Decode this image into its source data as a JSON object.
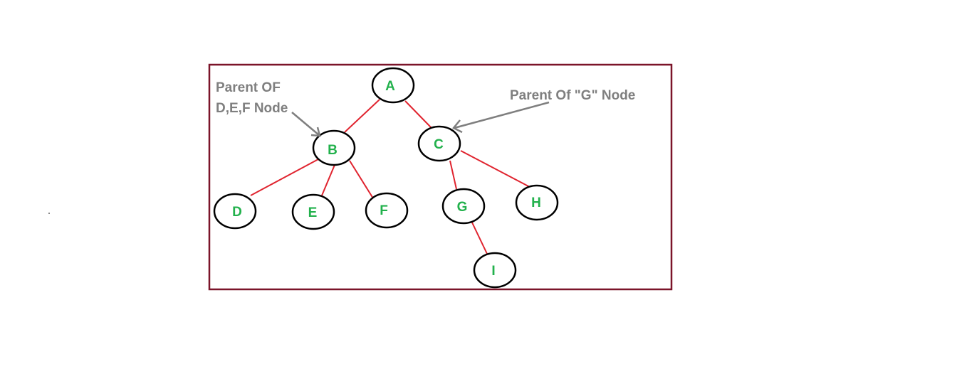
{
  "colors": {
    "frame": "#7b1429",
    "edge": "#e0242f",
    "node_stroke": "#000000",
    "node_text": "#22b14c",
    "annotation": "#7f7f7f"
  },
  "tree": {
    "nodes": [
      {
        "id": "A",
        "label": "A"
      },
      {
        "id": "B",
        "label": "B"
      },
      {
        "id": "C",
        "label": "C"
      },
      {
        "id": "D",
        "label": "D"
      },
      {
        "id": "E",
        "label": "E"
      },
      {
        "id": "F",
        "label": "F"
      },
      {
        "id": "G",
        "label": "G"
      },
      {
        "id": "H",
        "label": "H"
      },
      {
        "id": "I",
        "label": "I"
      }
    ],
    "edges": [
      {
        "from": "A",
        "to": "B"
      },
      {
        "from": "A",
        "to": "C"
      },
      {
        "from": "B",
        "to": "D"
      },
      {
        "from": "B",
        "to": "E"
      },
      {
        "from": "B",
        "to": "F"
      },
      {
        "from": "C",
        "to": "G"
      },
      {
        "from": "C",
        "to": "H"
      },
      {
        "from": "G",
        "to": "I"
      }
    ]
  },
  "annotations": {
    "parent_b_line1": "Parent OF",
    "parent_b_line2": "D,E,F Node",
    "parent_c": "Parent Of \"G\" Node"
  }
}
